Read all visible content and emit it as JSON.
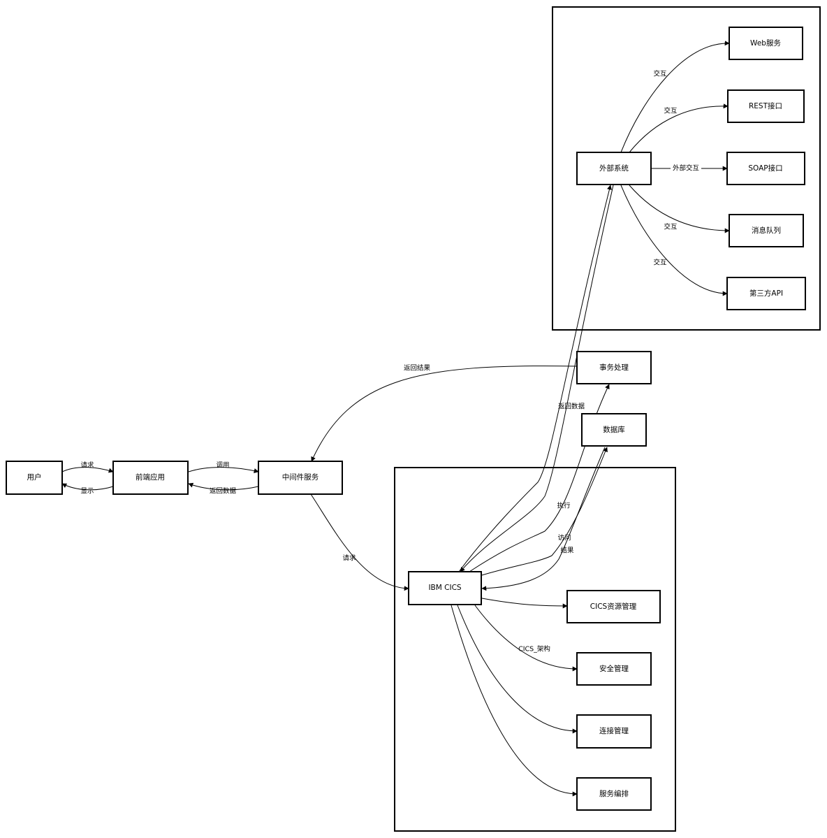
{
  "nodes": {
    "user": "用户",
    "frontend": "前端应用",
    "middleware": "中间件服务",
    "cics": "IBM CICS",
    "transaction": "事务处理",
    "database": "数据库",
    "external": "外部系统",
    "web_service": "Web服务",
    "rest_api": "REST接口",
    "soap_api": "SOAP接口",
    "message_queue": "消息队列",
    "third_party_api": "第三方API",
    "cics_resource": "CICS资源管理",
    "security": "安全管理",
    "connection": "连接管理",
    "orchestration": "服务编排"
  },
  "edges": {
    "user_frontend": "请求",
    "frontend_user": "显示",
    "frontend_middleware": "调用",
    "middleware_frontend": "返回数据",
    "middleware_cics": "请求",
    "transaction_middleware": "返回结果",
    "return_data": "返回数据",
    "execute": "执行",
    "access": "访问",
    "result": "结果",
    "cics_arch": "CICS_架构",
    "interact_web": "交互",
    "interact_rest": "交互",
    "external_interact": "外部交互",
    "interact_mq": "交互",
    "interact_third": "交互"
  }
}
